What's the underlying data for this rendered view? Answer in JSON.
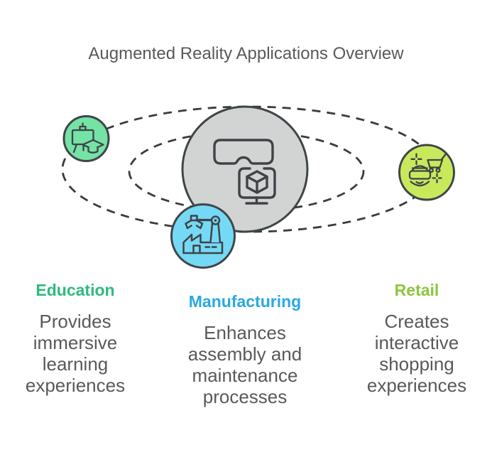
{
  "title": "Augmented Reality Applications Overview",
  "center_node": {
    "icon": "vr-headset-and-3d-monitor-icon"
  },
  "items": [
    {
      "id": "education",
      "label": "Education",
      "description": "Provides immersive learning experiences",
      "icon": "easel-graduation-cap-icon"
    },
    {
      "id": "manufacturing",
      "label": "Manufacturing",
      "description": "Enhances assembly and maintenance processes",
      "icon": "factory-robot-arm-icon"
    },
    {
      "id": "retail",
      "label": "Retail",
      "description": "Creates interactive shopping experiences",
      "icon": "vr-shopper-cart-icon"
    }
  ],
  "colors": {
    "title-text": "#58595b",
    "description-text": "#58595b",
    "orbit-line": "#3b3b3b",
    "node-stroke": "#404549",
    "icon-stroke": "#3f4347",
    "center-fill": "#d2d3d3",
    "education-fill": "#75e3a6",
    "education-label": "#2eba7e",
    "manufacturing-fill": "#75d9f6",
    "manufacturing-label": "#29a9e0",
    "retail-fill": "#c9e95c",
    "retail-label": "#8cc63f"
  }
}
